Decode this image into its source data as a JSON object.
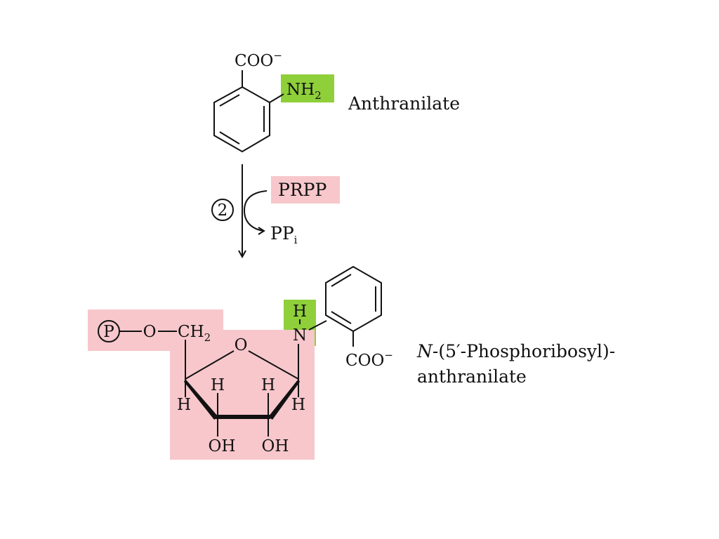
{
  "colors": {
    "amino_highlight": "#8fcf3a",
    "ribose_highlight": "#f7c7cb",
    "prpp_highlight": "#f7c7cb",
    "ink": "#111111"
  },
  "reactant": {
    "carboxylate_main": "COO",
    "carboxylate_charge": "−",
    "amine_main": "NH",
    "amine_sub": "2",
    "name": "Anthranilate"
  },
  "reaction": {
    "step_number": "2",
    "cosubstrate": "PRPP",
    "byproduct_main": "PP",
    "byproduct_sub": "i"
  },
  "product": {
    "phosphate_symbol": "P",
    "ester_oxygen": "O",
    "methylene_main": "CH",
    "methylene_sub": "2",
    "ring_oxygen": "O",
    "h_c4": "H",
    "h_c3": "H",
    "h_c2": "H",
    "h_c1": "H",
    "oh_c3": "OH",
    "oh_c2": "OH",
    "nh_h": "H",
    "nh_n": "N",
    "carboxylate_main": "COO",
    "carboxylate_charge": "−",
    "name_line1_italic": "N",
    "name_line1_rest": "-(5′-Phosphoribosyl)-",
    "name_line2": "anthranilate"
  }
}
